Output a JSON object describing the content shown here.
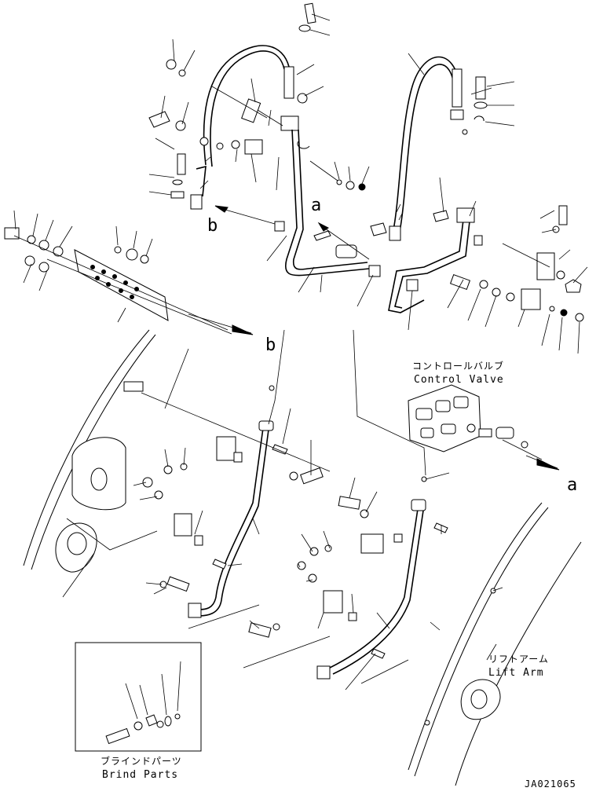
{
  "labels": {
    "control_valve_jp": "コントロールバルブ",
    "control_valve_en": "Control Valve",
    "lift_arm_jp": "リフトアーム",
    "lift_arm_en": "Lift Arm",
    "blind_parts_jp": "ブラインドパーツ",
    "blind_parts_en": "Brind Parts",
    "ref_a_top": "a",
    "ref_a_right": "a",
    "ref_b_left": "b",
    "ref_b_mid": "b",
    "drawing_code": "JA021065"
  }
}
